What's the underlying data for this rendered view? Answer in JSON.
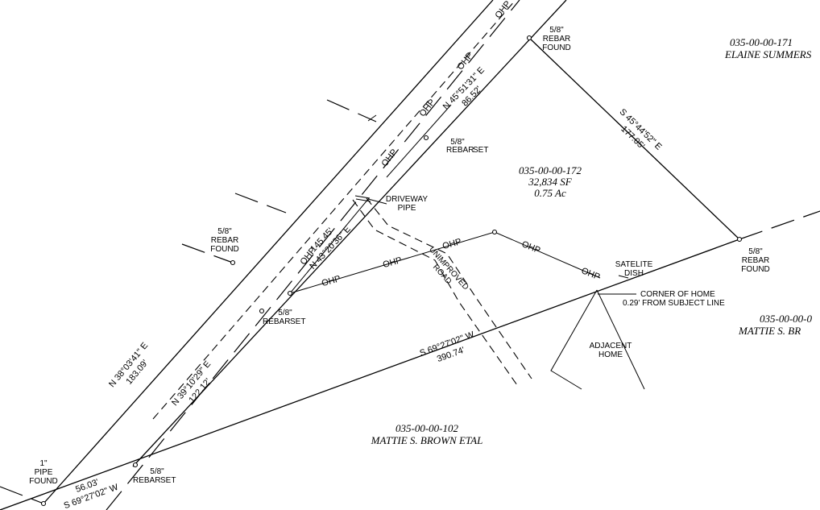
{
  "parcels": {
    "subject": {
      "id": "035-00-00-172",
      "area_sf": "32,834 SF",
      "area_ac": "0.75 Ac"
    },
    "south": {
      "id": "035-00-00-102",
      "owner": "MATTIE S. BROWN ETAL"
    },
    "northeast": {
      "id": "035-00-00-171",
      "owner": "ELAINE SUMMERS"
    },
    "east": {
      "id": "035-00-00-0",
      "owner": "MATTIE S. BR"
    }
  },
  "bearings": {
    "b1_bearing": "N 38°03'41\" E",
    "b1_dist": "183.09'",
    "b2_bearing": "N 39°10'29\" E",
    "b2_dist": "122.12'",
    "b3_bearing": "N 43°20'36\" E",
    "b3_dist": "145.45'",
    "b4_bearing": "N 45°51'31\" E",
    "b4_dist": "86.52'",
    "b5_bearing": "S 45°44'52\" E",
    "b5_dist": "177.05'",
    "b6_bearing": "S 69°27'02\" W",
    "b6_dist": "390.74'",
    "b7_bearing": "S 69°27'02\" W",
    "b7_dist": "56.03'"
  },
  "monuments": {
    "rebar_size": "5/8\"",
    "rebar": "REBAR",
    "found": "FOUND",
    "set": "SET",
    "pipe_size": "1\"",
    "pipe": "PIPE"
  },
  "features": {
    "driveway_1": "DRIVEWAY",
    "driveway_2": "PIPE",
    "road_1": "UNIMPROVED",
    "road_2": "ROAD",
    "dish_1": "SATELITE",
    "dish_2": "DISH",
    "corner_1": "CORNER OF HOME",
    "corner_2": "0.29' FROM SUBJECT LINE",
    "home_1": "ADJACENT",
    "home_2": "HOME",
    "ohp": "OHP"
  }
}
